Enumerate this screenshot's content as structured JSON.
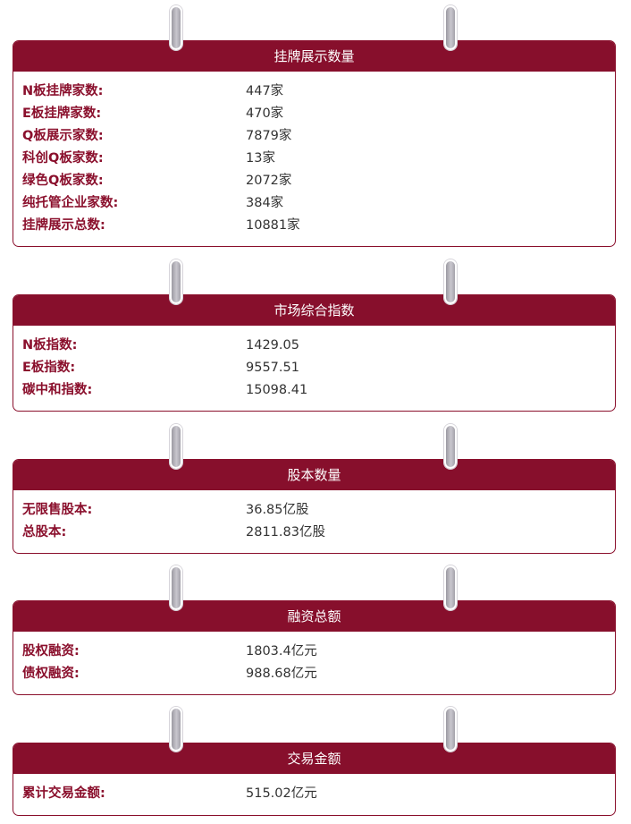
{
  "sections": [
    {
      "title": "挂牌展示数量",
      "rows": [
        {
          "label": "N板挂牌家数:",
          "value": "447家"
        },
        {
          "label": "E板挂牌家数:",
          "value": "470家"
        },
        {
          "label": "Q板展示家数:",
          "value": "7879家"
        },
        {
          "label": "科创Q板家数:",
          "value": "13家"
        },
        {
          "label": "绿色Q板家数:",
          "value": "2072家"
        },
        {
          "label": "纯托管企业家数:",
          "value": "384家"
        },
        {
          "label": "挂牌展示总数:",
          "value": "10881家"
        }
      ]
    },
    {
      "title": "市场综合指数",
      "rows": [
        {
          "label": "N板指数:",
          "value": "1429.05"
        },
        {
          "label": "E板指数:",
          "value": "9557.51"
        },
        {
          "label": "碳中和指数:",
          "value": "15098.41"
        }
      ]
    },
    {
      "title": "股本数量",
      "rows": [
        {
          "label": "无限售股本:",
          "value": "36.85亿股"
        },
        {
          "label": "总股本:",
          "value": "2811.83亿股"
        }
      ]
    },
    {
      "title": "融资总额",
      "rows": [
        {
          "label": "股权融资:",
          "value": "1803.4亿元"
        },
        {
          "label": "债权融资:",
          "value": "988.68亿元"
        }
      ]
    },
    {
      "title": "交易金额",
      "rows": [
        {
          "label": "累计交易金额:",
          "value": "515.02亿元"
        }
      ]
    }
  ],
  "colors": {
    "accent": "#870f2c",
    "pin": "#b3b1b8"
  }
}
